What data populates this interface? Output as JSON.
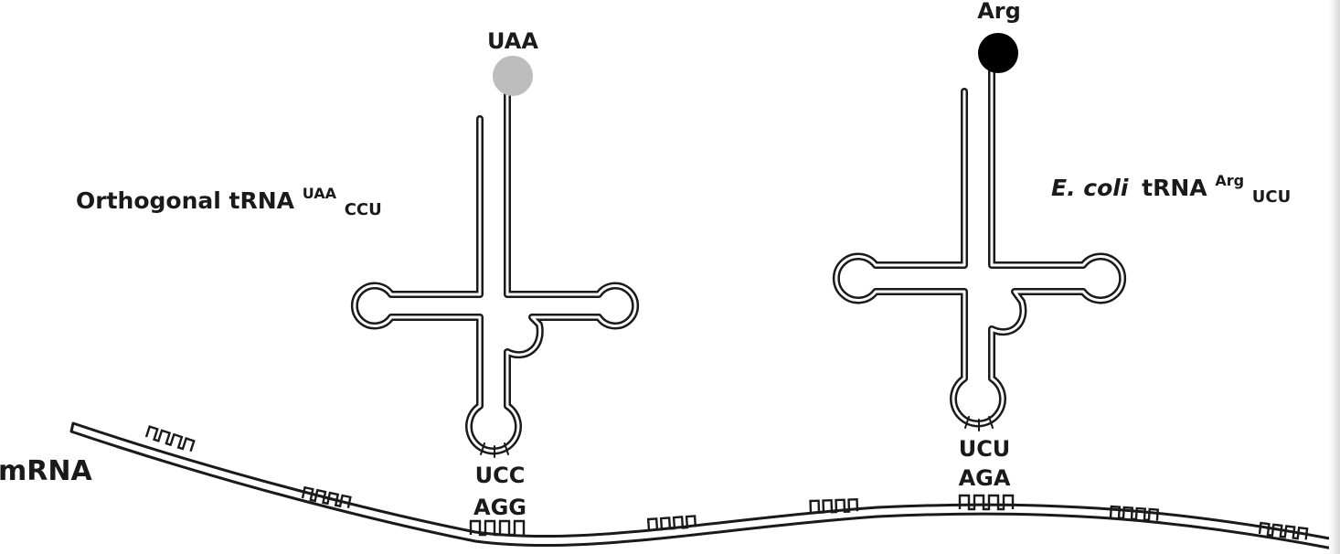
{
  "ortho": {
    "label_main": "Orthogonal tRNA",
    "label_sup": "UAA",
    "label_sub": "CCU",
    "amino_acid": "UAA",
    "amino_acid_color": "#bdbdbd",
    "anticodon": "UCC",
    "codon": "AGG"
  },
  "ecoli": {
    "label_italic": "E. coli",
    "label_main": "tRNA",
    "label_sup": "Arg",
    "label_sub": "UCU",
    "amino_acid": "Arg",
    "amino_acid_color": "#000000",
    "anticodon": "UCU",
    "codon": "AGA"
  },
  "mrna": {
    "label": "mRNA"
  },
  "colors": {
    "outline": "#1a1a1a",
    "background": "#ffffff"
  }
}
